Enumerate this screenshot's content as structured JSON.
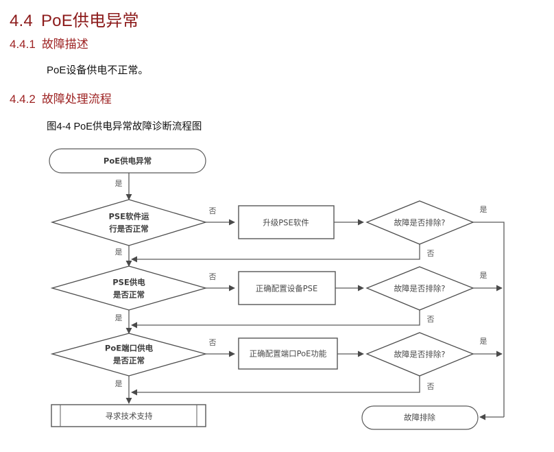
{
  "document": {
    "section": {
      "number": "4.4",
      "title": "PoE供电异常"
    },
    "subsections": [
      {
        "number": "4.4.1",
        "title": "故障描述"
      },
      {
        "number": "4.4.2",
        "title": "故障处理流程"
      }
    ],
    "body_text": "PoE设备供电不正常。",
    "figure_caption": "图4-4 PoE供电异常故障诊断流程图",
    "heading_color": "#8c1b1b",
    "subheading_color": "#9d2222",
    "body_color": "#111111"
  },
  "flowchart": {
    "line_color": "#5a5a5a",
    "node_fill": "#ffffff",
    "node_stroke": "#595959",
    "text_color": "#4a4a4a",
    "nodes": {
      "start": {
        "label": "PoE供电异常",
        "shape": "terminator"
      },
      "decision1": {
        "label_line1": "PSE软件运",
        "label_line2": "行是否正常",
        "shape": "decision"
      },
      "decision2": {
        "label_line1": "PSE供电",
        "label_line2": "是否正常",
        "shape": "decision"
      },
      "decision3": {
        "label_line1": "PoE端口供电",
        "label_line2": "是否正常",
        "shape": "decision"
      },
      "process1": {
        "label": "升级PSE软件",
        "shape": "process"
      },
      "process2": {
        "label": "正确配置设备PSE",
        "shape": "process"
      },
      "process3": {
        "label": "正确配置端口PoE功能",
        "shape": "process"
      },
      "check1": {
        "label": "故障是否排除?",
        "shape": "decision"
      },
      "check2": {
        "label": "故障是否排除?",
        "shape": "decision"
      },
      "check3": {
        "label": "故障是否排除?",
        "shape": "decision"
      },
      "support": {
        "label": "寻求技术支持",
        "shape": "predefined-process"
      },
      "end": {
        "label": "故障排除",
        "shape": "terminator"
      }
    },
    "edge_labels": {
      "start_to_d1": "是",
      "d1_no": "否",
      "d1_yes": "是",
      "d2_no": "否",
      "d2_yes": "是",
      "d3_no": "否",
      "d3_yes": "是",
      "check1_yes": "是",
      "check1_no": "否",
      "check2_yes": "是",
      "check2_no": "否",
      "check3_yes": "是",
      "check3_no": "否"
    }
  }
}
